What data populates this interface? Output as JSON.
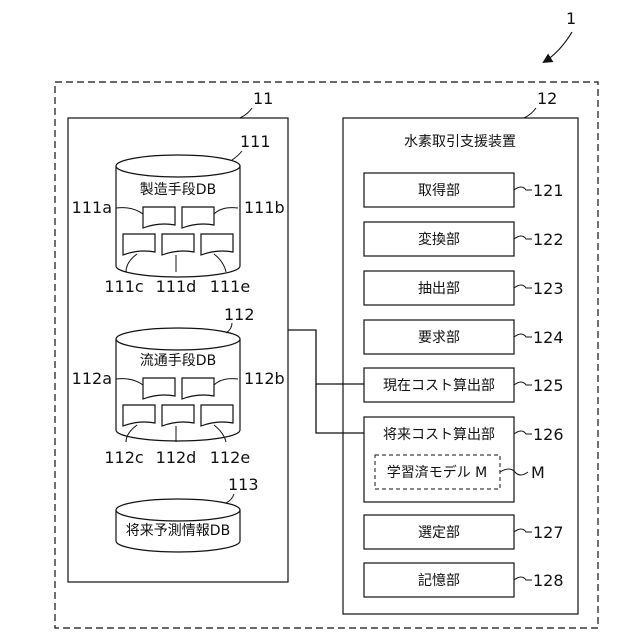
{
  "labels": {
    "system_ref": "1",
    "db_group_ref": "11",
    "device_ref": "12",
    "device_title": "水素取引支援装置",
    "db111": {
      "ref": "111",
      "title": "製造手段DB",
      "a": "111a",
      "b": "111b",
      "c": "111c",
      "d": "111d",
      "e": "111e"
    },
    "db112": {
      "ref": "112",
      "title": "流通手段DB",
      "a": "112a",
      "b": "112b",
      "c": "112c",
      "d": "112d",
      "e": "112e"
    },
    "db113": {
      "ref": "113",
      "title": "将来予測情報DB"
    }
  },
  "units": [
    {
      "label": "取得部",
      "ref": "121"
    },
    {
      "label": "変換部",
      "ref": "122"
    },
    {
      "label": "抽出部",
      "ref": "123"
    },
    {
      "label": "要求部",
      "ref": "124"
    },
    {
      "label": "現在コスト算出部",
      "ref": "125"
    },
    {
      "label": "将来コスト算出部",
      "ref": "126"
    },
    {
      "label": "選定部",
      "ref": "127"
    },
    {
      "label": "記憶部",
      "ref": "128"
    }
  ],
  "model": {
    "label": "学習済モデル M",
    "ref": "M"
  }
}
